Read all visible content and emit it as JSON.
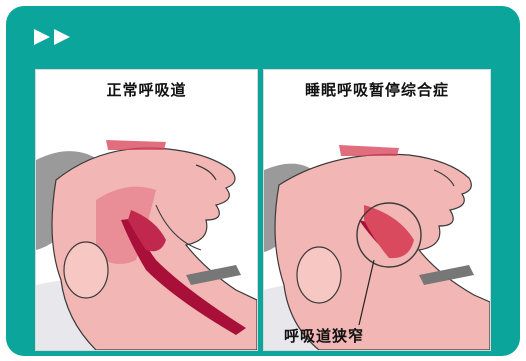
{
  "header": {
    "icon": "double-chevron-right-icon"
  },
  "colors": {
    "frame": "#0ba59c",
    "skin": "#f2b7b4",
    "shadow": "#d94a5e",
    "airway": "#a8103a",
    "hair": "#8b8b8b",
    "outline": "#3a3a3a"
  },
  "panels": [
    {
      "title": "正常呼吸道"
    },
    {
      "title": "睡眠呼吸暂停综合症",
      "caption": "呼吸道狭窄"
    }
  ]
}
